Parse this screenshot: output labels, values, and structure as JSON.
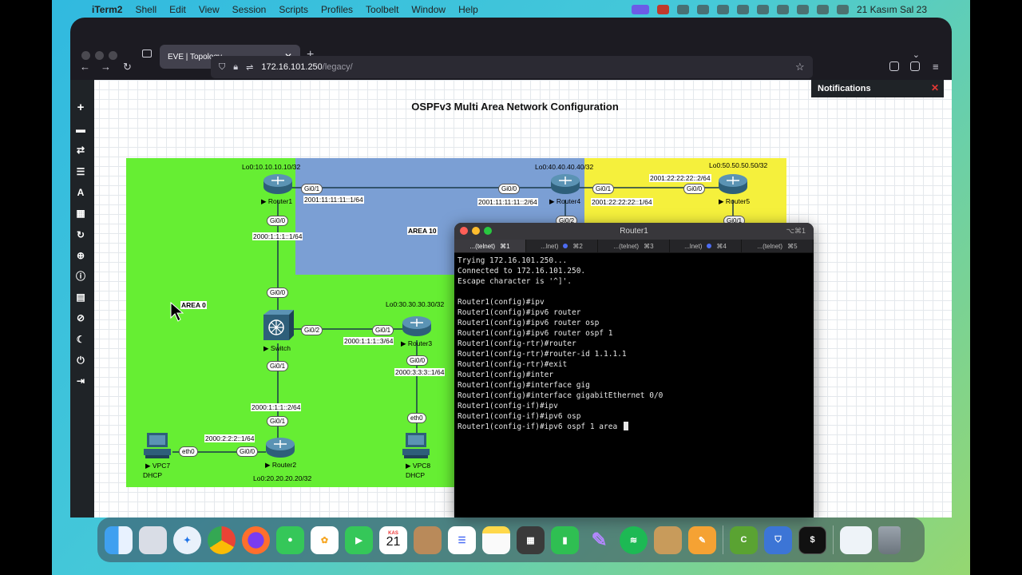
{
  "menubar": {
    "app": "iTerm2",
    "menus": [
      "Shell",
      "Edit",
      "View",
      "Session",
      "Scripts",
      "Profiles",
      "Toolbelt",
      "Window",
      "Help"
    ],
    "clock": "21 Kasım Sal 23"
  },
  "browser": {
    "tab_title": "EVE | Topology",
    "url_host": "172.16.101.250",
    "url_path": "/legacy/"
  },
  "eve": {
    "title": "OSPFv3 Multi Area Network Configuration",
    "notifications_label": "Notifications",
    "sidebar_icons": [
      "add-icon",
      "nodes-icon",
      "network-icon",
      "list-icon",
      "text-icon",
      "grid-icon",
      "refresh-icon",
      "zoom-icon",
      "info-icon",
      "notes-icon",
      "status-icon",
      "night-icon",
      "power-icon",
      "logout-icon"
    ]
  },
  "topology": {
    "areas": {
      "area0": "AREA 0",
      "area10": "AREA 10"
    },
    "nodes": {
      "router1": "Router1",
      "router2": "Router2",
      "router3": "Router3",
      "router4": "Router4",
      "router5": "Router5",
      "switch": "Switch",
      "vpc7": "VPC7",
      "vpc8": "VPC8"
    },
    "loopbacks": {
      "r1": "Lo0:10.10.10.10/32",
      "r2": "Lo0:20.20.20.20/32",
      "r3": "Lo0:30.30.30.30/32",
      "r4": "Lo0:40.40.40.40/32",
      "r5": "Lo0:50.50.50.50/32"
    },
    "addresses": {
      "r1_gi01": "2001:11:11:11::1/64",
      "r4_gi00": "2001:11:11:11::2/64",
      "r4_gi01": "2001:22:22:22::1/64",
      "r5_gi00": "2001:22:22:22::2/64",
      "r1_gi00": "2000:1:1:1::1/64",
      "r3_gi01": "2000:1:1:1::3/64",
      "r2_gi01": "2000:1:1:1::2/64",
      "r2_gi00": "2000:2:2:2::1/64",
      "r3_gi00": "2000:3:3:3::1/64"
    },
    "ports": {
      "gi00": "Gi0/0",
      "gi01": "Gi0/1",
      "gi02": "Gi0/2",
      "eth0": "eth0"
    },
    "dhcp": "DHCP"
  },
  "terminal": {
    "title": "Router1",
    "title_shortcut": "⌥⌘1",
    "tabs": [
      {
        "label": "...(telnet)",
        "shortcut": "⌘1",
        "active": true,
        "badge": false
      },
      {
        "label": "...lnet)",
        "shortcut": "⌘2",
        "active": false,
        "badge": true
      },
      {
        "label": "...(telnet)",
        "shortcut": "⌘3",
        "active": false,
        "badge": false
      },
      {
        "label": "...lnet)",
        "shortcut": "⌘4",
        "active": false,
        "badge": true
      },
      {
        "label": "...(telnet)",
        "shortcut": "⌘5",
        "active": false,
        "badge": false
      }
    ],
    "lines": [
      "Trying 172.16.101.250...",
      "Connected to 172.16.101.250.",
      "Escape character is '^]'.",
      "",
      "Router1(config)#ipv",
      "Router1(config)#ipv6 router",
      "Router1(config)#ipv6 router osp",
      "Router1(config)#ipv6 router ospf 1",
      "Router1(config-rtr)#router",
      "Router1(config-rtr)#router-id 1.1.1.1",
      "Router1(config-rtr)#exit",
      "Router1(config)#inter",
      "Router1(config)#interface gig",
      "Router1(config)#interface gigabitEthernet 0/0",
      "Router1(config-if)#ipv",
      "Router1(config-if)#ipv6 osp",
      "Router1(config-if)#ipv6 ospf 1 area "
    ]
  },
  "dock": {
    "calendar_month": "KAS",
    "calendar_day": "21",
    "apps": [
      "finder",
      "launchpad",
      "safari",
      "chrome",
      "firefox",
      "messages",
      "photos",
      "facetime",
      "calendar",
      "contacts",
      "reminders",
      "notes",
      "calculator",
      "numbers",
      "feather",
      "spotify",
      "archive",
      "pages",
      "cmder",
      "bitwarden",
      "terminal",
      "preview",
      "trash"
    ]
  },
  "colors": {
    "area0": "#66ee33",
    "area10": "#7b9fd4",
    "area20": "#f5f03c",
    "window_chrome": "#1c1b22",
    "eve_sidebar": "#1f2327"
  }
}
